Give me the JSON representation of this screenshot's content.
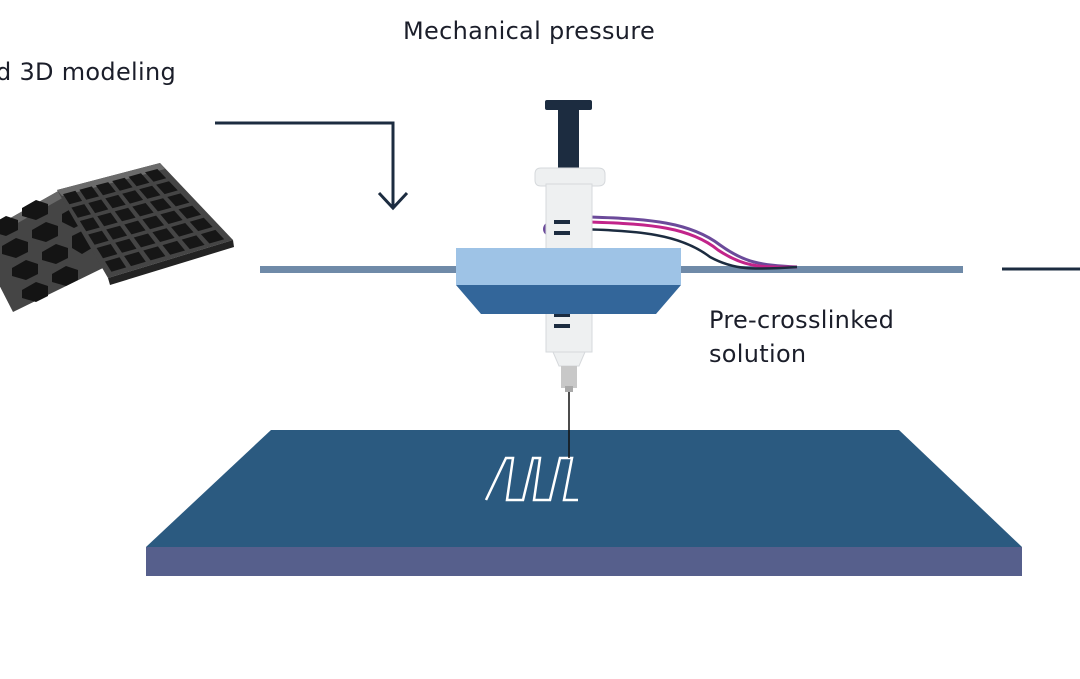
{
  "labels": {
    "top": "Mechanical pressure",
    "left": "d 3D modeling",
    "right_line1": "Pre-crosslinked",
    "right_line2": "solution"
  },
  "colors": {
    "navy": "#1c2c40",
    "platform_top": "#2b5a80",
    "platform_side": "#565f8c",
    "rail": "#6f8aa8",
    "block_top": "#9ec3e6",
    "block_bottom": "#33669a",
    "syringe": "#eef0f1",
    "hose_magenta": "#c2248a",
    "hose_purple": "#6b4a9a",
    "tray": "#2b2b2b"
  },
  "icons": [
    "syringe-icon",
    "printhead-block-icon",
    "tray-grid-icon",
    "tray-hexagon-icon",
    "down-arrow-icon"
  ]
}
